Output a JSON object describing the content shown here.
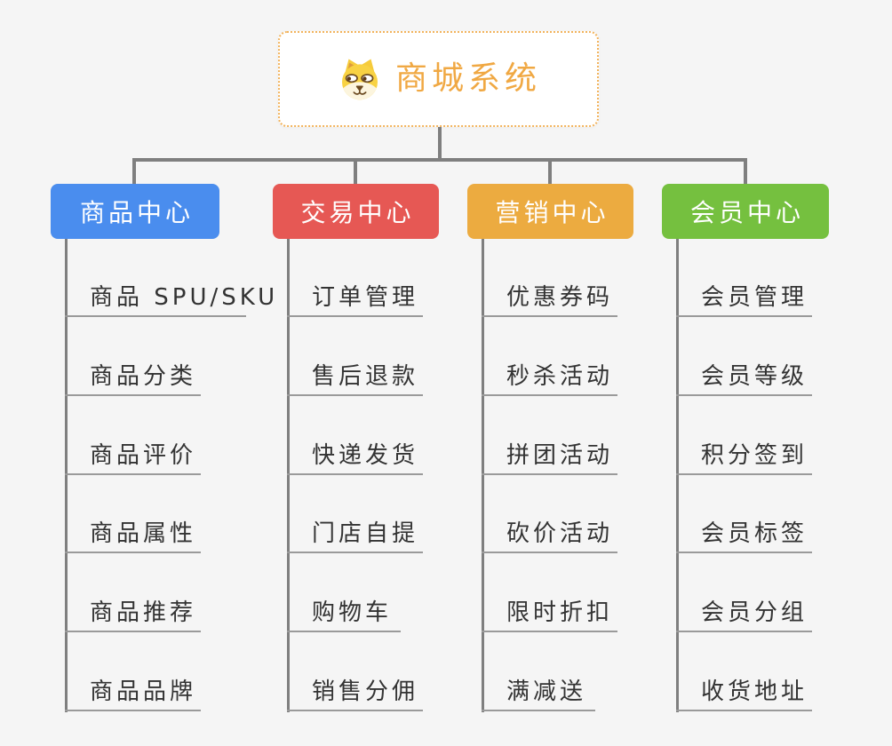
{
  "root": {
    "title": "商城系统",
    "title_color": "#F0A843",
    "border_color": "#F2B35C",
    "icon": "dog-face-icon"
  },
  "branches": [
    {
      "label": "商品中心",
      "color": "#4A8DEE",
      "items": [
        "商品 SPU/SKU",
        "商品分类",
        "商品评价",
        "商品属性",
        "商品推荐",
        "商品品牌"
      ]
    },
    {
      "label": "交易中心",
      "color": "#E65854",
      "items": [
        "订单管理",
        "售后退款",
        "快递发货",
        "门店自提",
        "购物车",
        "销售分佣"
      ]
    },
    {
      "label": "营销中心",
      "color": "#ECAB40",
      "items": [
        "优惠券码",
        "秒杀活动",
        "拼团活动",
        "砍价活动",
        "限时折扣",
        "满减送"
      ]
    },
    {
      "label": "会员中心",
      "color": "#75C03F",
      "items": [
        "会员管理",
        "会员等级",
        "积分签到",
        "会员标签",
        "会员分组",
        "收货地址"
      ]
    }
  ],
  "colors": {
    "background": "#F5F5F5",
    "connector": "#7F7F7F",
    "leaf_underline": "#9A9A9A",
    "leaf_text": "#333333",
    "branch_text": "#FFFFFF",
    "root_background": "#FFFFFF"
  }
}
